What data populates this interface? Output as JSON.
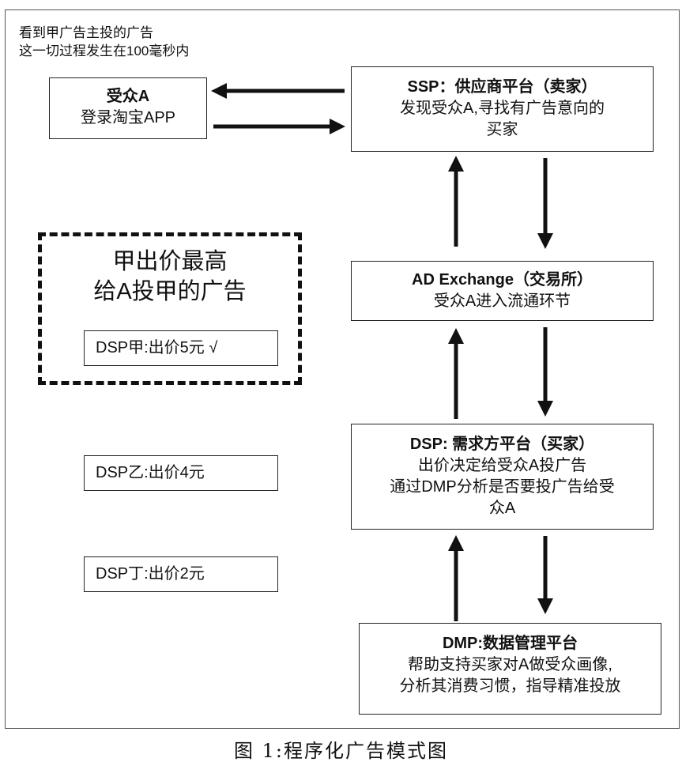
{
  "notes": {
    "line1": "看到甲广告主投的广告",
    "line2": "这一切过程发生在100毫秒内"
  },
  "audience": {
    "title": "受众A",
    "line1": "登录淘宝APP"
  },
  "ssp": {
    "title": "SSP：供应商平台（卖家）",
    "line1": "发现受众A,寻找有广告意向的",
    "line2": "买家"
  },
  "adx": {
    "title": "AD Exchange（交易所）",
    "line1": "受众A进入流通环节"
  },
  "dsp": {
    "title": "DSP: 需求方平台（买家）",
    "line1": "出价决定给受众A投广告",
    "line2": "通过DMP分析是否要投广告给受",
    "line3": "众A"
  },
  "dmp": {
    "title": "DMP:数据管理平台",
    "line1": "帮助支持买家对A做受众画像,",
    "line2": "分析其消费习惯，指导精准投放"
  },
  "winner": {
    "line1": "甲出价最高",
    "line2": "给A投甲的广告"
  },
  "bids": [
    {
      "label": "DSP甲:出价5元  √"
    },
    {
      "label": "DSP乙:出价4元"
    },
    {
      "label": "DSP丁:出价2元"
    }
  ],
  "caption": "图 1:程序化广告模式图"
}
